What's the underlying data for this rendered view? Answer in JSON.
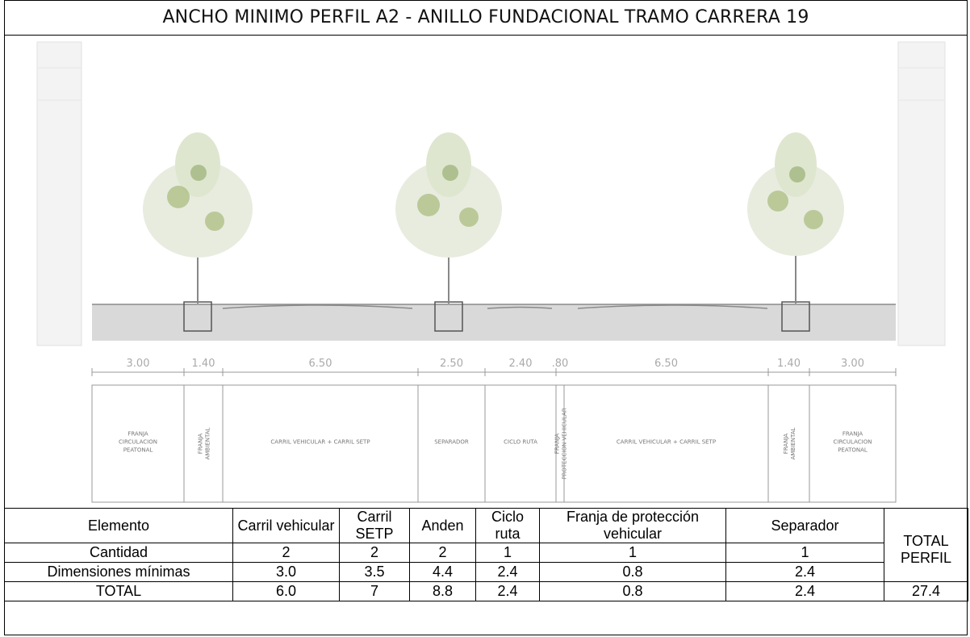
{
  "title": "ANCHO MINIMO PERFIL A2 - ANILLO FUNDACIONAL TRAMO CARRERA 19",
  "section": {
    "dimensions": [
      "3.00",
      "1.40",
      "6.50",
      "2.50",
      "2.40",
      ".80",
      "6.50",
      "1.40",
      "3.00"
    ],
    "zones": [
      {
        "label": "FRANJA\nCIRCULACION\nPEATONAL",
        "vertical": false
      },
      {
        "label": "FRANJA\nAMBIENTAL",
        "vertical": true
      },
      {
        "label": "CARRIL VEHICULAR + CARRIL SETP",
        "vertical": false
      },
      {
        "label": "SEPARADOR",
        "vertical": false
      },
      {
        "label": "CICLO RUTA",
        "vertical": false
      },
      {
        "label": "FRANJA\nPROTECCION VEHICULAR",
        "vertical": true
      },
      {
        "label": "CARRIL VEHICULAR + CARRIL SETP",
        "vertical": false
      },
      {
        "label": "FRANJA\nAMBIENTAL",
        "vertical": true
      },
      {
        "label": "FRANJA\nCIRCULACION\nPEATONAL",
        "vertical": false
      }
    ],
    "colors": {
      "ground": "#d9d9d9",
      "building": "#f2f2f2",
      "foliage": "#9cb36a",
      "line": "#8a8a8a"
    }
  },
  "table": {
    "headers": {
      "elemento": "Elemento",
      "carril_vehicular": "Carril vehicular",
      "carril_setp": "Carril SETP",
      "anden": "Anden",
      "ciclo_ruta": "Ciclo ruta",
      "franja": "Franja de protección vehicular",
      "separador": "Separador",
      "total_perfil": "TOTAL PERFIL"
    },
    "rows": [
      {
        "label": "Cantidad",
        "values": [
          "2",
          "2",
          "2",
          "1",
          "1",
          "1"
        ]
      },
      {
        "label": "Dimensiones mínimas",
        "values": [
          "3.0",
          "3.5",
          "4.4",
          "2.4",
          "0.8",
          "2.4"
        ]
      },
      {
        "label": "TOTAL",
        "values": [
          "6.0",
          "7",
          "8.8",
          "2.4",
          "0.8",
          "2.4"
        ],
        "total": "27.4"
      }
    ]
  }
}
